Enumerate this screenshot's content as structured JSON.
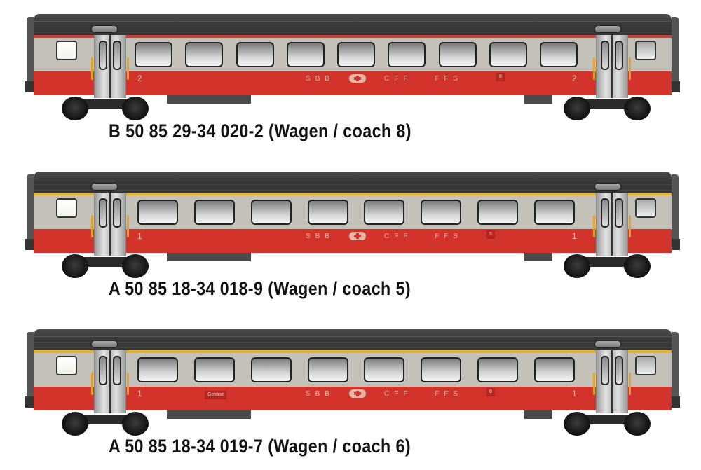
{
  "colors": {
    "roof": "#3a3a3a",
    "upper_body": "#c4c1b8",
    "lower_body": "#d2332a",
    "second_class_stripe": "#c8403a",
    "first_class_stripe": "#e3b22c",
    "caption_text": "#111111"
  },
  "coaches": [
    {
      "caption": "B 50 85 29-34 020-2 (Wagen / coach 8)",
      "class_number": "2",
      "coach_number": "8",
      "window_count": 9,
      "stripe": "second_class_stripe",
      "logo": {
        "left": "SBB",
        "center": "CFF",
        "right": "FFS"
      }
    },
    {
      "caption": "A 50 85 18-34 018-9 (Wagen / coach 5)",
      "class_number": "1",
      "coach_number": "5",
      "window_count": 8,
      "stripe": "first_class_stripe",
      "logo": {
        "left": "SBB",
        "center": "CFF",
        "right": "FFS"
      }
    },
    {
      "caption": "A 50 85 18-34 019-7 (Wagen / coach 6)",
      "class_number": "1",
      "coach_number": "6",
      "window_count": 8,
      "stripe": "first_class_stripe",
      "extra_label": "Geldrat",
      "logo": {
        "left": "SBB",
        "center": "CFF",
        "right": "FFS"
      }
    }
  ]
}
